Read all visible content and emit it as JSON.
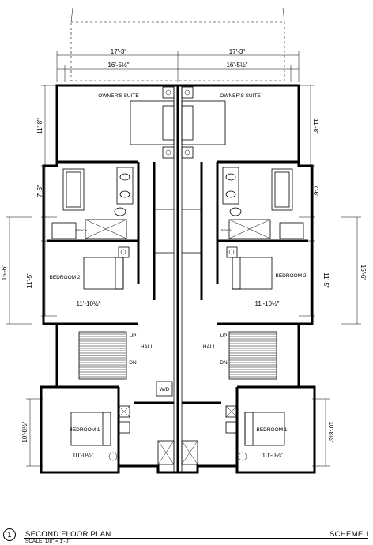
{
  "plan": {
    "title": "SECOND FLOOR PLAN",
    "scale": "SCALE: 1/8\" = 1'-0\"",
    "number": "1",
    "scheme": "SCHEME 1"
  },
  "dims": {
    "top_outer_left": "17'-3\"",
    "top_outer_right": "17'-3\"",
    "top_inner_left": "16'-5½\"",
    "top_inner_right": "16'-5½\"",
    "owner_suite_height": "11'-8\"",
    "bath_height": "7'-6\"",
    "overall_mid": "15'-6\"",
    "bedroom2_height": "11'-5\"",
    "bedroom2_width": "11'-10½\"",
    "bedroom1_height": "10'-8½\"",
    "bedroom1_width": "10'-0½\""
  },
  "rooms": {
    "owners_suite": "OWNER'S SUITE",
    "bedroom2": "BEDROOM 2",
    "bedroom1": "BEDROOM 1",
    "hall": "HALL",
    "up": "UP",
    "dn": "DN",
    "wd": "W/D",
    "bench": "BENCH"
  }
}
